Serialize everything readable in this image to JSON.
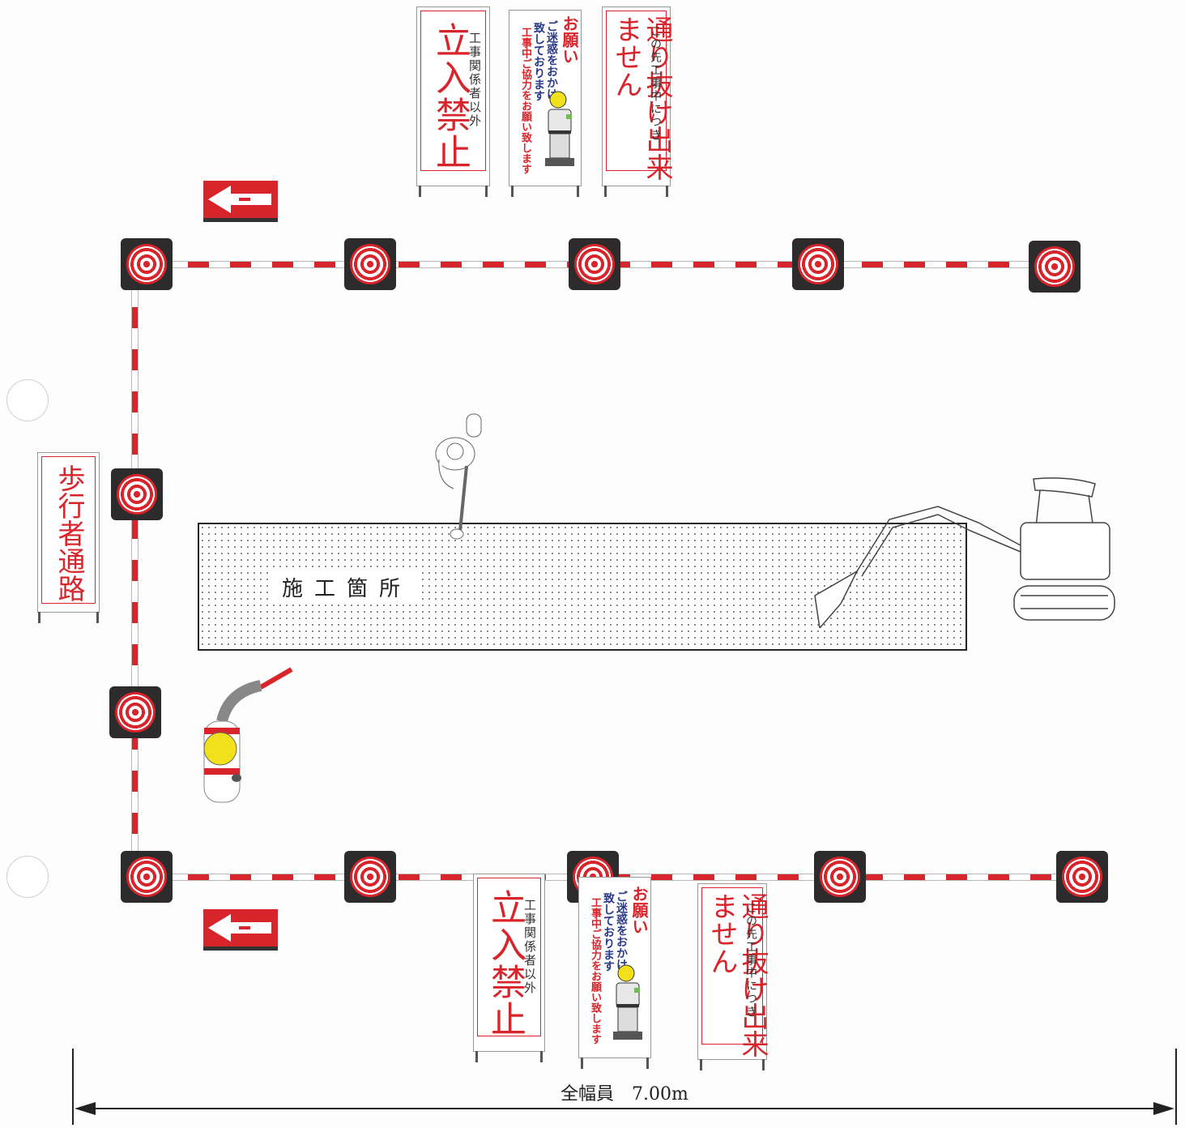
{
  "signs": {
    "no_entry": {
      "main": "立入禁止",
      "sub": "工事関係者以外"
    },
    "request": {
      "title": "お願い",
      "line1": "ご迷惑をおかけ",
      "line2": "致しております",
      "line3": "工事中ご協力をお願い致します"
    },
    "no_through": {
      "main": "通り抜け出来ません",
      "sub": "この先工事中につき"
    },
    "pedestrian": {
      "main": "歩行者通路"
    }
  },
  "work_area": {
    "label": "施工箇所"
  },
  "dimension": {
    "label": "全幅員　7.00m"
  },
  "colors": {
    "red": "#d8242b",
    "cone_base": "#2e2b2c",
    "navy": "#2a3a8a"
  }
}
